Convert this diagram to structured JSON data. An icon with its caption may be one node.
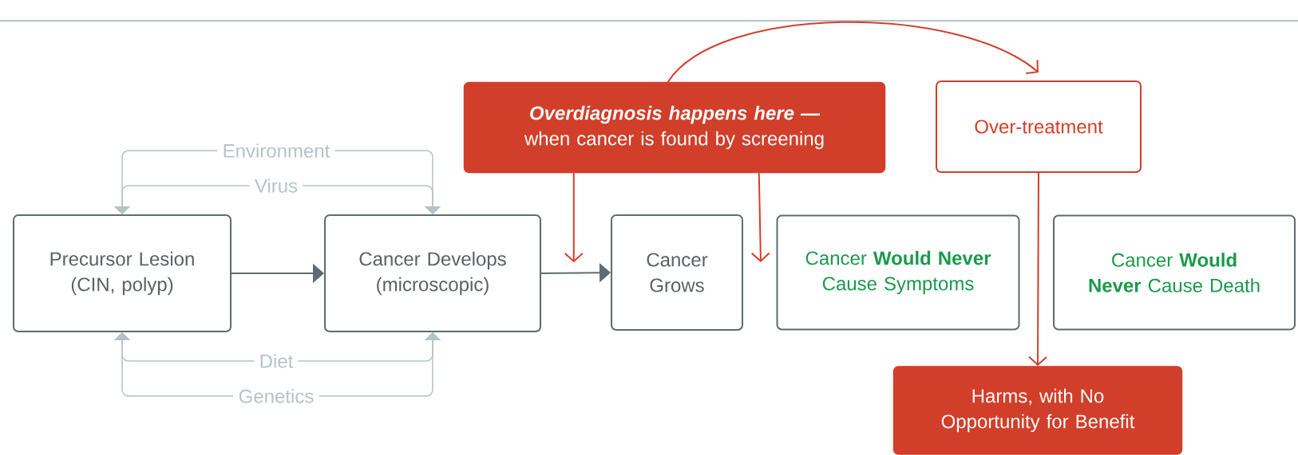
{
  "diagram": {
    "nodes": [
      {
        "text": [
          "Overdiagnosis happens here —",
          "when cancer is found by screening"
        ]
      },
      {
        "text": [
          "Over-treatment"
        ]
      },
      {
        "text": [
          "Environment"
        ]
      },
      {
        "text": [
          "Virus"
        ]
      },
      {
        "text": [
          "Precursor Lesion (CIN, polyp)"
        ]
      },
      {
        "text": [
          "Cancer Develops (microscopic)"
        ]
      },
      {
        "text": [
          "Cancer Grows"
        ]
      },
      {
        "text": [
          "Cancer **Would Never** Cause Symptoms"
        ]
      },
      {
        "text": [
          "Cancer **Would Never** Cause Death"
        ]
      },
      {
        "text": [
          "Diet"
        ]
      },
      {
        "text": [
          "Genetics"
        ]
      },
      {
        "text": [
          "Harms, with No Opportunity for Benefit"
        ]
      }
    ],
    "edges": [
      {
        "from": 4,
        "to": 5,
        "arrow": "to",
        "color": "#5f6b70"
      },
      {
        "from": 5,
        "to": 6,
        "arrow": "to",
        "color": "#5f6b70"
      },
      {
        "from": 0,
        "to": null,
        "arrow": "to",
        "color": "#d13f2a"
      },
      {
        "from": 0,
        "to": 6,
        "arrow": "to",
        "color": "#d13f2a"
      },
      {
        "from": 0,
        "to": 1,
        "arrow": "to",
        "color": "#d13f2a"
      },
      {
        "from": 1,
        "to": 11,
        "arrow": "to",
        "color": "#d13f2a"
      },
      {
        "from": 2,
        "to": 4,
        "arrow": "to",
        "color": "#b5c3c8"
      },
      {
        "from": 2,
        "to": 5,
        "arrow": "to",
        "color": "#b5c3c8"
      },
      {
        "from": 3,
        "to": 4,
        "arrow": "to",
        "color": "#b5c3c8"
      },
      {
        "from": 3,
        "to": 5,
        "arrow": "to",
        "color": "#b5c3c8"
      },
      {
        "from": 9,
        "to": 4,
        "arrow": "to",
        "color": "#b5c3c8"
      },
      {
        "from": 9,
        "to": 5,
        "arrow": "to",
        "color": "#b5c3c8"
      },
      {
        "from": 10,
        "to": 4,
        "arrow": "to",
        "color": "#b5c3c8"
      },
      {
        "from": 10,
        "to": 5,
        "arrow": "to",
        "color": "#b5c3c8"
      }
    ]
  }
}
